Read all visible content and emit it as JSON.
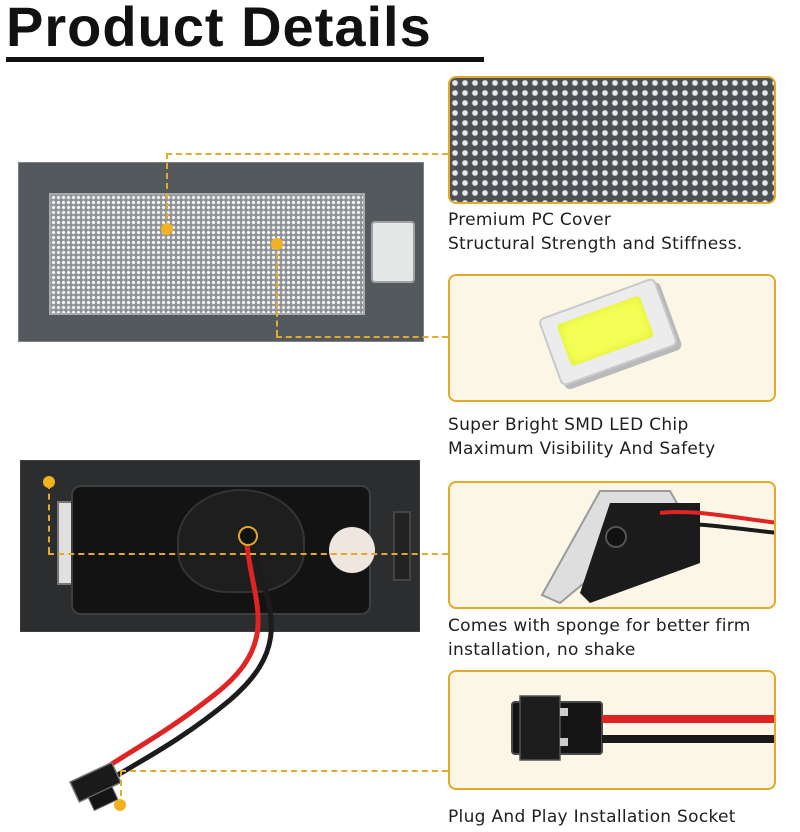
{
  "title": "Product Details",
  "features": [
    {
      "id": "pc-cover",
      "line1": "Premium PC Cover",
      "line2": "Structural Strength and Stiffness.",
      "icon": "lens-texture-icon"
    },
    {
      "id": "smd-chip",
      "line1": "Super Bright SMD LED Chip",
      "line2": "Maximum Visibility And Safety",
      "icon": "smd-chip-icon"
    },
    {
      "id": "sponge",
      "line1": "Comes with sponge for better firm",
      "line2": "installation, no shake",
      "icon": "mounting-clip-icon"
    },
    {
      "id": "socket",
      "line1": "Plug And Play Installation Socket",
      "line2": "",
      "icon": "connector-plug-icon"
    }
  ],
  "colors": {
    "accent": "#e2aa2a",
    "panel_bg": "#fbf6e6",
    "led_yellow": "#f3ff57",
    "wire_red": "#e02424",
    "wire_black": "#1c1c1c"
  }
}
